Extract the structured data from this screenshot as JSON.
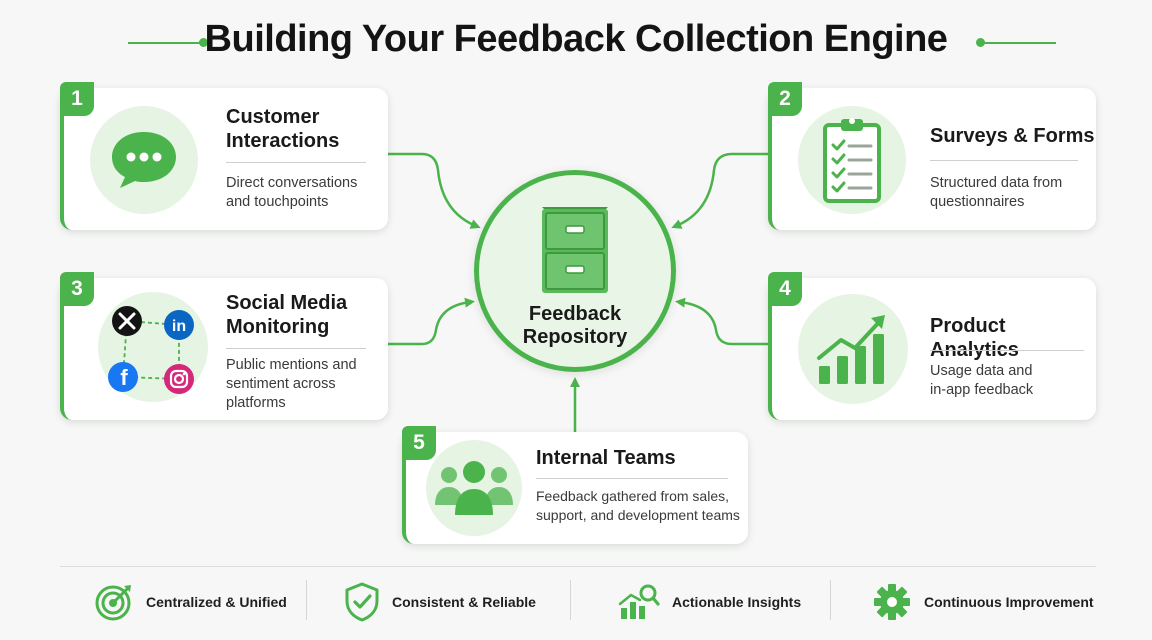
{
  "title": "Building Your Feedback Collection Engine",
  "hub": {
    "label_line1": "Feedback",
    "label_line2": "Repository"
  },
  "cards": [
    {
      "number": "1",
      "title_line1": "Customer",
      "title_line2": "Interactions",
      "desc_line1": "Direct conversations",
      "desc_line2": "and touchpoints",
      "icon": "chat-bubble-icon"
    },
    {
      "number": "2",
      "title_line1": "Surveys & Forms",
      "desc_line1": "Structured data from",
      "desc_line2": "questionnaires",
      "icon": "clipboard-checklist-icon"
    },
    {
      "number": "3",
      "title_line1": "Social Media",
      "title_line2": "Monitoring",
      "desc_line1": "Public mentions and",
      "desc_line2": "sentiment across",
      "desc_line3": "platforms",
      "icon": "social-network-icon"
    },
    {
      "number": "4",
      "title_line1": "Product Analytics",
      "desc_line1": "Usage data and",
      "desc_line2": "in-app feedback",
      "icon": "growth-chart-icon"
    },
    {
      "number": "5",
      "title_line1": "Internal Teams",
      "desc_line1": "Feedback gathered from sales,",
      "desc_line2": "support, and development teams",
      "icon": "team-people-icon"
    }
  ],
  "benefits": [
    {
      "label": "Centralized & Unified",
      "icon": "target-icon"
    },
    {
      "label": "Consistent & Reliable",
      "icon": "shield-check-icon"
    },
    {
      "label": "Actionable Insights",
      "icon": "chart-magnifier-icon"
    },
    {
      "label": "Continuous Improvement",
      "icon": "gear-icon"
    }
  ],
  "colors": {
    "accent": "#4bb34b",
    "accent_light": "#e6f4e3",
    "background": "#f6f7f6"
  }
}
